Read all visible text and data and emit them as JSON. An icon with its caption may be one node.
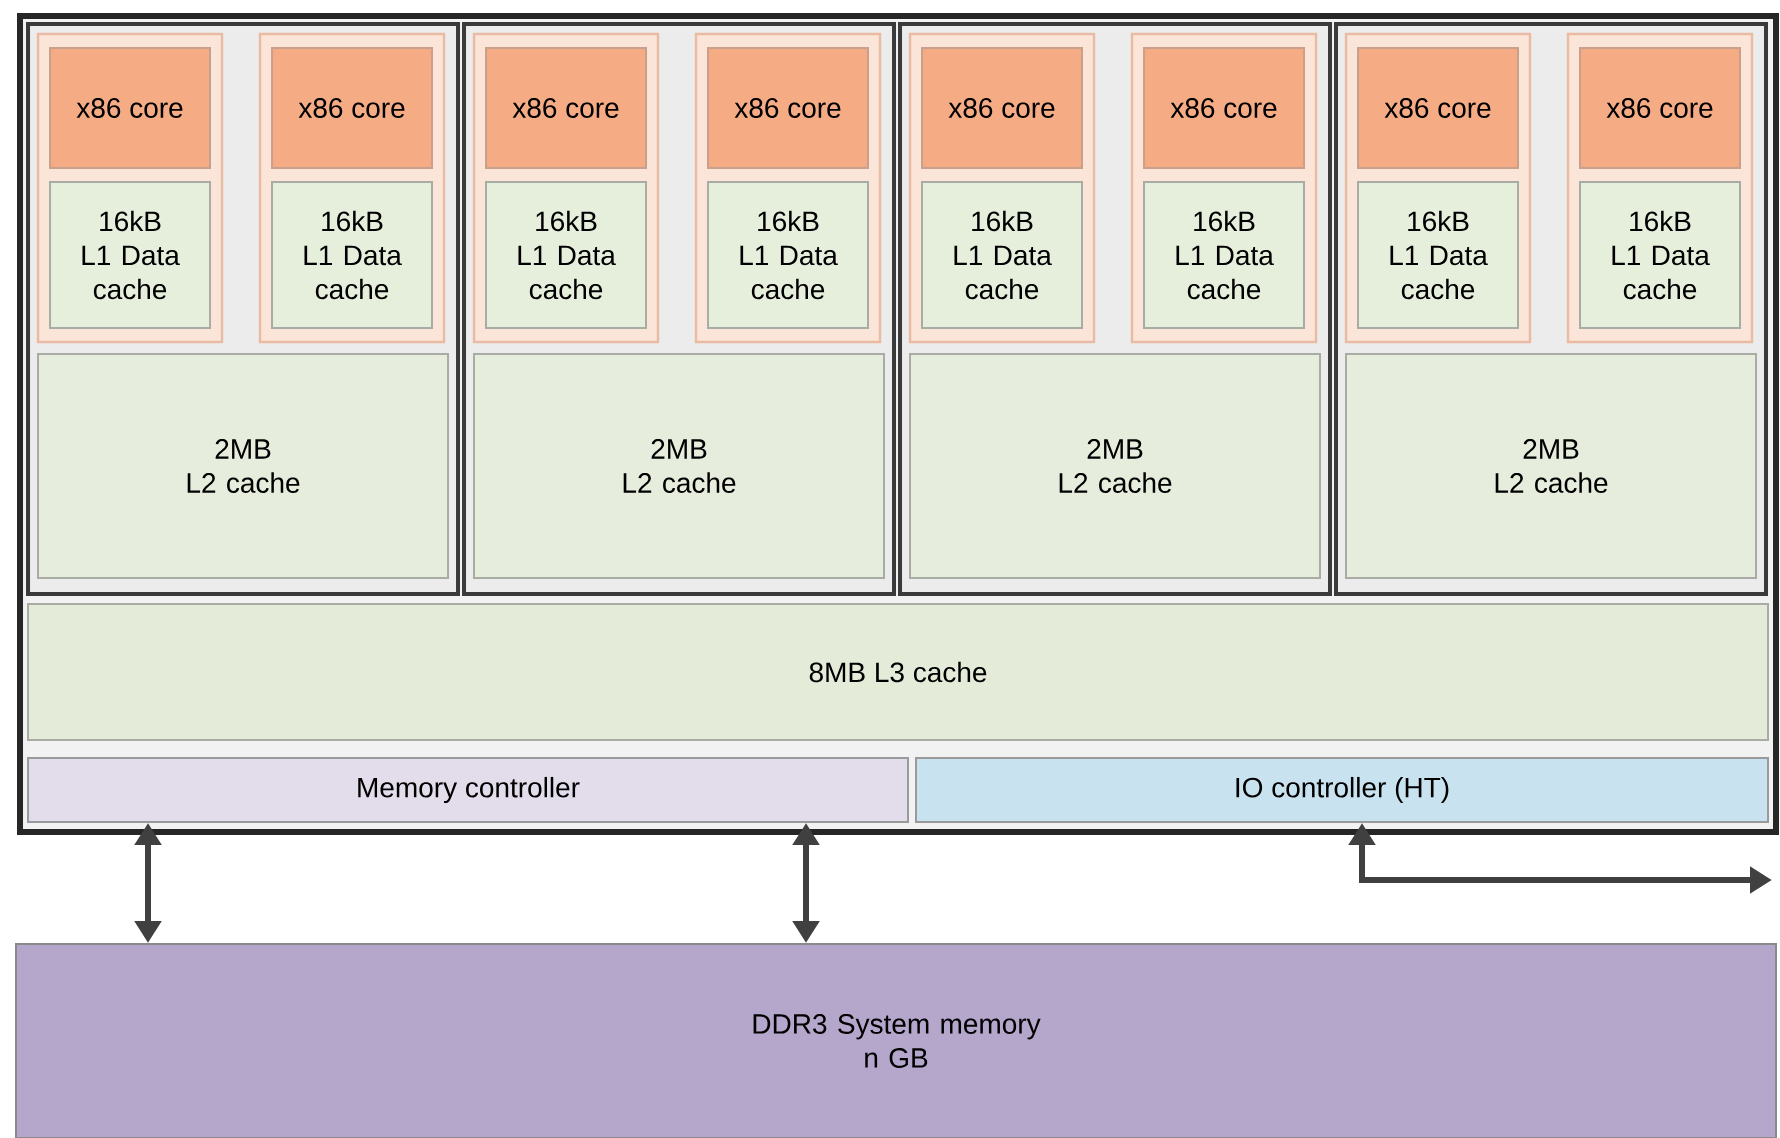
{
  "diagram": {
    "nodes": [
      {
        "text": [],
        "shape": "box"
      },
      {
        "text": [],
        "shape": "box",
        "in": 0
      },
      {
        "text": [],
        "shape": "box",
        "in": 1
      },
      {
        "text": [
          "x86 core"
        ],
        "in": 2
      },
      {
        "text": [
          "16kB L1 Data cache"
        ],
        "in": 2
      },
      {
        "text": [],
        "shape": "box",
        "in": 1
      },
      {
        "text": [
          "x86 core"
        ],
        "in": 5
      },
      {
        "text": [
          "16kB L1 Data cache"
        ],
        "in": 5
      },
      {
        "text": [
          "2MB L2 cache"
        ],
        "in": 1
      },
      {
        "text": [],
        "shape": "box",
        "in": 0
      },
      {
        "text": [],
        "shape": "box",
        "in": 9
      },
      {
        "text": [
          "x86 core"
        ],
        "in": 10
      },
      {
        "text": [
          "16kB L1 Data cache"
        ],
        "in": 10
      },
      {
        "text": [],
        "shape": "box",
        "in": 9
      },
      {
        "text": [
          "x86 core"
        ],
        "in": 13
      },
      {
        "text": [
          "16kB L1 Data cache"
        ],
        "in": 13
      },
      {
        "text": [
          "2MB L2 cache"
        ],
        "in": 9
      },
      {
        "text": [],
        "shape": "box",
        "in": 0
      },
      {
        "text": [],
        "shape": "box",
        "in": 17
      },
      {
        "text": [
          "x86 core"
        ],
        "in": 18
      },
      {
        "text": [
          "16kB L1 Data cache"
        ],
        "in": 18
      },
      {
        "text": [],
        "shape": "box",
        "in": 17
      },
      {
        "text": [
          "x86 core"
        ],
        "in": 21
      },
      {
        "text": [
          "16kB L1 Data cache"
        ],
        "in": 21
      },
      {
        "text": [
          "2MB L2 cache"
        ],
        "in": 17
      },
      {
        "text": [],
        "shape": "box",
        "in": 0
      },
      {
        "text": [],
        "shape": "box",
        "in": 25
      },
      {
        "text": [
          "x86 core"
        ],
        "in": 26
      },
      {
        "text": [
          "16kB L1 Data cache"
        ],
        "in": 26
      },
      {
        "text": [],
        "shape": "box",
        "in": 25
      },
      {
        "text": [
          "x86 core"
        ],
        "in": 29
      },
      {
        "text": [
          "16kB L1 Data cache"
        ],
        "in": 29
      },
      {
        "text": [
          "2MB L2 cache"
        ],
        "in": 25
      },
      {
        "text": [
          "8MB L3 cache"
        ],
        "in": 0
      },
      {
        "text": [
          "Memory controller"
        ],
        "in": 0
      },
      {
        "text": [
          "IO controller (HT)"
        ],
        "in": 0
      },
      {
        "text": [
          "DDR3 System memory n GB"
        ]
      }
    ],
    "edges": [
      {
        "from": 34,
        "to": 36,
        "arrow": "both"
      },
      {
        "from": 34,
        "to": 36,
        "arrow": "both"
      },
      {
        "from": 35,
        "to": null,
        "arrow": "both"
      }
    ]
  }
}
